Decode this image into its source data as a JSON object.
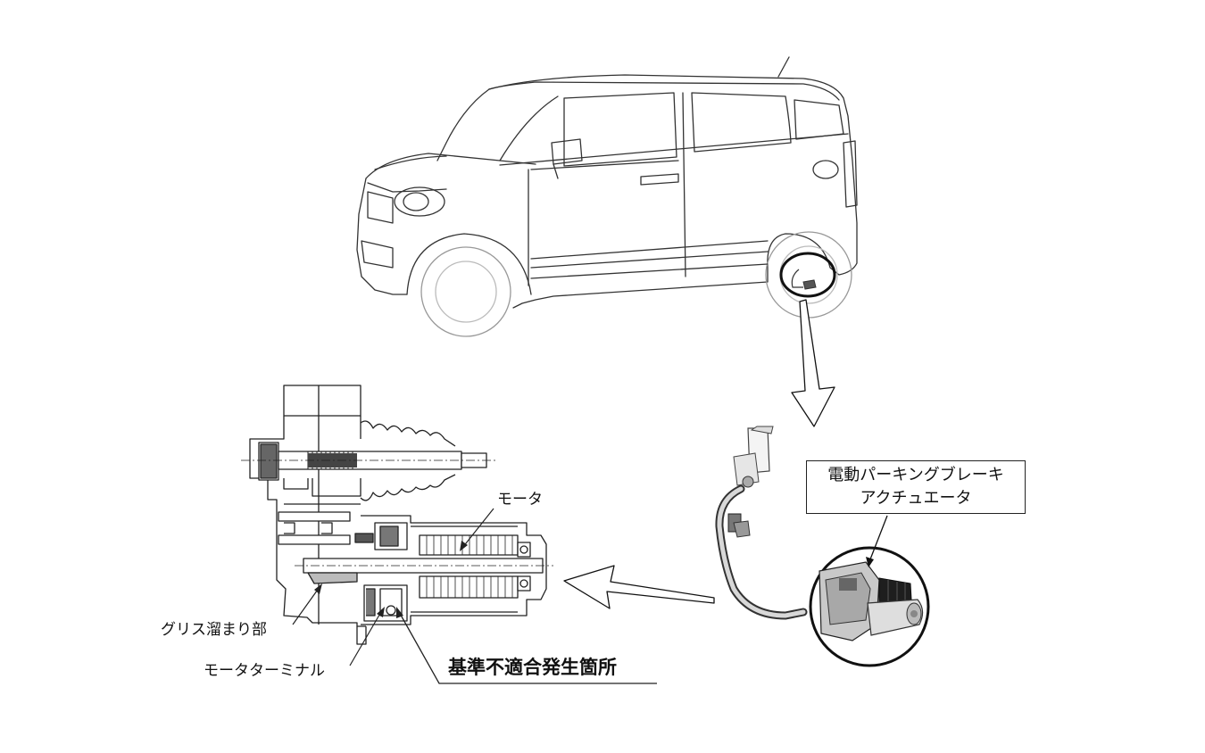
{
  "labels": {
    "actuator_line1": "電動パーキングブレーキ",
    "actuator_line2": "アクチュエータ",
    "motor": "モータ",
    "grease": "グリス溜まり部",
    "motor_terminal": "モータターミナル",
    "defect_location": "基準不適合発生箇所"
  }
}
